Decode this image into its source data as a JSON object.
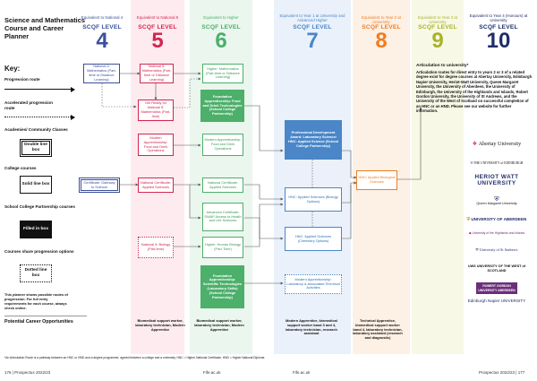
{
  "title": "Science and Mathematics Course and Career Planner",
  "key": {
    "title": "Key:",
    "progression_route": "Progression route",
    "accelerated_route": "Accelerated progression route",
    "academies": "Academies/ Community Classes",
    "double_box": "Double line box",
    "college_courses": "College courses",
    "solid_box": "Solid line box",
    "school_college": "School College Partnership courses",
    "filled_box": "Filled in box",
    "share_options": "Courses share progression options",
    "dotted_box": "Dotted line box"
  },
  "note": "This planner shows possible routes of progression. For full entry requirements for each course, always check online.",
  "potential_careers": "Potential Career Opportunities",
  "levels": [
    {
      "heading": "Equivalent to National 4",
      "scqf": "SCQF LEVEL",
      "number": "4",
      "color": "#3b4f9c",
      "bg": "#ffffff"
    },
    {
      "heading": "Equivalent to National 5",
      "scqf": "SCQF LEVEL",
      "number": "5",
      "color": "#d4244f",
      "bg": "#fdebef"
    },
    {
      "heading": "Equivalent to Higher",
      "scqf": "SCQF LEVEL",
      "number": "6",
      "color": "#4caf6a",
      "bg": "#eaf6ee"
    },
    {
      "heading": "Equivalent to Year 1 at University and Advanced Higher",
      "scqf": "SCQF LEVEL",
      "number": "7",
      "color": "#4a86c8",
      "bg": "#eaf1fa"
    },
    {
      "heading": "Equivalent to Year 2 at University",
      "scqf": "SCQF LEVEL",
      "number": "8",
      "color": "#ef7d22",
      "bg": "#fdf0e5"
    },
    {
      "heading": "Equivalent to Year 3 at University",
      "scqf": "SCQF LEVEL",
      "number": "9",
      "color": "#a8b32a",
      "bg": "#f7f8e6"
    },
    {
      "heading": "Equivalent to Year 4 (Honours) at University",
      "scqf": "SCQF LEVEL",
      "number": "10",
      "color": "#1f2d6b",
      "bg": "#ffffff"
    }
  ],
  "nodes": {
    "n4_math": "National 4: Mathematics (Part-time or Distance Learning)",
    "n5_math": "National 5: Mathematics (Part-time or Distance Learning)",
    "higher_math": "Higher: Mathematics (Part-time or Distance Learning)",
    "get_ready": "Get Ready for National 5: Mathematics (Part-time)",
    "found_food": "Foundation Apprenticeship: Food and Drink Technologies (School College Partnership)",
    "mod_food5": "Modern Apprenticeship: Food and Drink Operations",
    "mod_food6": "Modern Apprenticeship: Food and Drink Operations",
    "pda_lab": "Professional Development Award: Laboratory Science/ HNC: Applied Science (School College Partnership)",
    "cert_gateway": "Certificate: Gateway to Science",
    "nat_cert": "National Certificate: Applied Sciences",
    "nat_cert6": "National Certificate: Applied Sciences",
    "hnd_applied": "HND: Applied Biological Sciences",
    "hnc_bio": "HNC: Applied Sciences (Biology Options)",
    "adv_cert": "Advanced Certificate: SWAP Access to Health and Life Sciences",
    "n5_biology": "National 5: Biology (Part-time)",
    "higher_bio": "Higher: Human Biology (Part-Time)",
    "hnc_chem": "HNC: Applied Sciences (Chemistry Options)",
    "found_lab": "Foundation Apprenticeship: Scientific Technologies (Laboratory Skills) (School College Partnership)",
    "mod_lab": "Modern Apprenticeship: Laboratory & Associated Technical Activities"
  },
  "careers": {
    "c5": "Biomedical support worker, laboratory technician, Modern Apprentice",
    "c6": "Biomedical support worker, laboratory technician, Modern Apprentice",
    "c7": "Modern Apprentice, biomedical support worker band 3 and 4, laboratory technician, research assistant",
    "c8": "Technical Apprentice, biomedical support worker band 4, laboratory technician, laboratory assistant (research and diagnostic)"
  },
  "articulation": {
    "title": "Articulation to university*",
    "text": "Articulation routes for direct entry to years 2 or 3 of a related degree exist for degree courses at Abertay University, Edinburgh Napier University, Heriot-Watt University, Queen Margaret University, the University of Aberdeen, the University of Edinburgh, the University of the Highlands and Islands, Robert Gordon University, the University of St Andrews, and the University of the West of Scotland on successful completion of an HNC or an HND. Please see our website for further information."
  },
  "universities": [
    {
      "name": "Abertay University",
      "icon": "abertay-logo"
    },
    {
      "name": "THE UNIVERSITY of EDINBURGH",
      "icon": "edinburgh-crest"
    },
    {
      "name": "HERIOT WATT UNIVERSITY",
      "icon": "heriot-watt-logo"
    },
    {
      "name": "Queen Margaret University",
      "icon": "qmu-crest"
    },
    {
      "name": "UNIVERSITY OF ABERDEEN",
      "icon": "aberdeen-crest"
    },
    {
      "name": "University of the Highlands and Islands",
      "icon": "uhi-logo"
    },
    {
      "name": "University of St Andrews",
      "icon": "st-andrews-crest"
    },
    {
      "name": "UWS UNIVERSITY OF THE WEST of SCOTLAND",
      "icon": "uws-logo"
    },
    {
      "name": "ROBERT GORDON UNIVERSITY ABERDEEN",
      "icon": "rgu-logo"
    },
    {
      "name": "Edinburgh Napier UNIVERSITY",
      "icon": "napier-logo"
    }
  ],
  "footnote": "*An Articulation Route is a pathway between an HNC or HND and a degree programme, agreed between a college and a university. HNC = Higher National Certificate, HND = Higher National Diploma",
  "footer": {
    "left": "176 | Prospectus 2022/23",
    "site1": "Fife.ac.uk",
    "site2": "Fife.ac.uk",
    "right": "Prospectus 2022/23 | 177"
  }
}
